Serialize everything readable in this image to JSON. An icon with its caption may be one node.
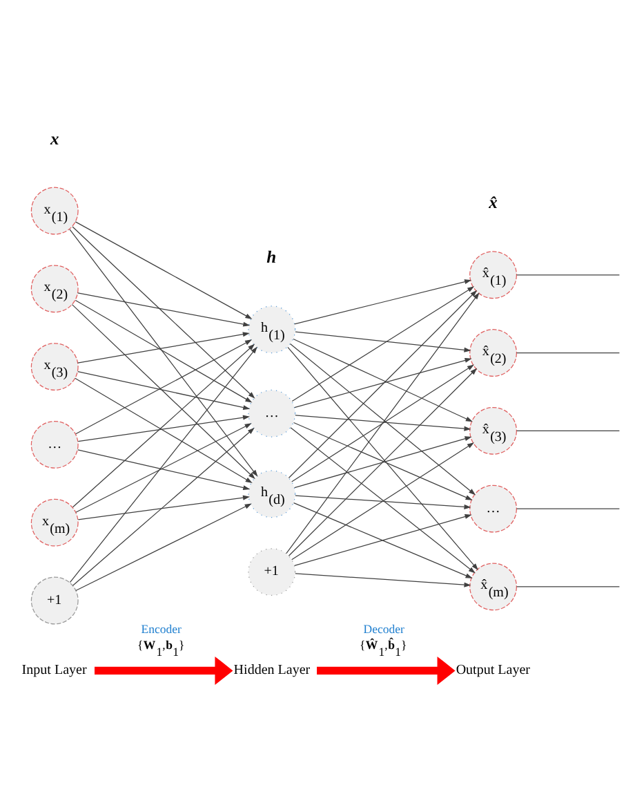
{
  "diagram": {
    "nodes": [
      {
        "text": [
          "x$_{(1)}$"
        ],
        "beside": [
          "x"
        ]
      },
      {
        "text": [
          "x$_{(2)}$"
        ]
      },
      {
        "text": [
          "x$_{(3)}$"
        ]
      },
      {
        "text": [
          "…"
        ]
      },
      {
        "text": [
          "x$_{(m)}$"
        ]
      },
      {
        "text": [
          "+1"
        ]
      },
      {
        "text": [
          "h$_{(1)}$"
        ],
        "beside": [
          "h"
        ]
      },
      {
        "text": [
          "…"
        ]
      },
      {
        "text": [
          "h$_{(d)}$"
        ]
      },
      {
        "text": [
          "+1"
        ]
      },
      {
        "text": [
          "x̂$_{(1)}$"
        ],
        "beside": [
          "x̂"
        ]
      },
      {
        "text": [
          "x̂$_{(2)}$"
        ]
      },
      {
        "text": [
          "x̂$_{(3)}$"
        ]
      },
      {
        "text": [
          "…"
        ]
      },
      {
        "text": [
          "x̂$_{(m)}$"
        ]
      },
      {
        "text": [
          "Input Layer"
        ]
      },
      {
        "text": [
          "Hidden Layer"
        ]
      },
      {
        "text": [
          "Output Layer"
        ]
      }
    ],
    "edges": [
      {
        "from": 0,
        "to": 6,
        "arrow": "to"
      },
      {
        "from": 0,
        "to": 7,
        "arrow": "to"
      },
      {
        "from": 0,
        "to": 8,
        "arrow": "to"
      },
      {
        "from": 1,
        "to": 6,
        "arrow": "to"
      },
      {
        "from": 1,
        "to": 7,
        "arrow": "to"
      },
      {
        "from": 1,
        "to": 8,
        "arrow": "to"
      },
      {
        "from": 2,
        "to": 6,
        "arrow": "to"
      },
      {
        "from": 2,
        "to": 7,
        "arrow": "to"
      },
      {
        "from": 2,
        "to": 8,
        "arrow": "to"
      },
      {
        "from": 3,
        "to": 6,
        "arrow": "to"
      },
      {
        "from": 3,
        "to": 7,
        "arrow": "to"
      },
      {
        "from": 3,
        "to": 8,
        "arrow": "to"
      },
      {
        "from": 4,
        "to": 6,
        "arrow": "to"
      },
      {
        "from": 4,
        "to": 7,
        "arrow": "to"
      },
      {
        "from": 4,
        "to": 8,
        "arrow": "to"
      },
      {
        "from": 5,
        "to": 6,
        "arrow": "to"
      },
      {
        "from": 5,
        "to": 7,
        "arrow": "to"
      },
      {
        "from": 5,
        "to": 8,
        "arrow": "to"
      },
      {
        "from": 6,
        "to": 10,
        "arrow": "to"
      },
      {
        "from": 6,
        "to": 11,
        "arrow": "to"
      },
      {
        "from": 6,
        "to": 12,
        "arrow": "to"
      },
      {
        "from": 6,
        "to": 13,
        "arrow": "to"
      },
      {
        "from": 6,
        "to": 14,
        "arrow": "to"
      },
      {
        "from": 7,
        "to": 10,
        "arrow": "to"
      },
      {
        "from": 7,
        "to": 11,
        "arrow": "to"
      },
      {
        "from": 7,
        "to": 12,
        "arrow": "to"
      },
      {
        "from": 7,
        "to": 13,
        "arrow": "to"
      },
      {
        "from": 7,
        "to": 14,
        "arrow": "to"
      },
      {
        "from": 8,
        "to": 10,
        "arrow": "to"
      },
      {
        "from": 8,
        "to": 11,
        "arrow": "to"
      },
      {
        "from": 8,
        "to": 12,
        "arrow": "to"
      },
      {
        "from": 8,
        "to": 13,
        "arrow": "to"
      },
      {
        "from": 8,
        "to": 14,
        "arrow": "to"
      },
      {
        "from": 9,
        "to": 10,
        "arrow": "to"
      },
      {
        "from": 9,
        "to": 11,
        "arrow": "to"
      },
      {
        "from": 9,
        "to": 12,
        "arrow": "to"
      },
      {
        "from": 9,
        "to": 13,
        "arrow": "to"
      },
      {
        "from": 9,
        "to": 14,
        "arrow": "to"
      },
      {
        "from": 10,
        "to": null,
        "arrow": "none"
      },
      {
        "from": 11,
        "to": null,
        "arrow": "none"
      },
      {
        "from": 12,
        "to": null,
        "arrow": "none"
      },
      {
        "from": 13,
        "to": null,
        "arrow": "none"
      },
      {
        "from": 14,
        "to": null,
        "arrow": "none"
      },
      {
        "from": 15,
        "to": 16,
        "arrow": "to",
        "label": "Encoder",
        "style": "thick",
        "color": "#ff0000"
      },
      {
        "from": 16,
        "to": 17,
        "arrow": "to",
        "label": "Decoder",
        "style": "thick",
        "color": "#ff0000"
      }
    ],
    "labels": [
      "{**W**$_{1}$,**b**$_{1}$}",
      "{**Ŵ**$_{1}$,**b̂**$_{1}$}"
    ]
  }
}
